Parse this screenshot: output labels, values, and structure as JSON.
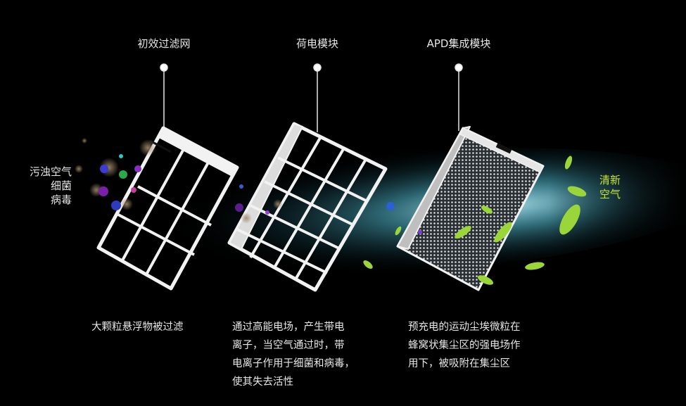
{
  "stages": [
    {
      "title": "初效过滤网",
      "desc_lines": [
        "大颗粒悬浮物被过滤"
      ]
    },
    {
      "title": "荷电模块",
      "desc_lines": [
        "通过高能电场，产生带电",
        "离子，当空气通过时，带",
        "电离子作用于细菌和病毒，",
        "使其失去活性"
      ]
    },
    {
      "title": "APD集成模块",
      "desc_lines": [
        "预充电的运动尘埃微粒在",
        "蜂窝状集尘区的强电场作",
        "用下，被吸附在集尘区"
      ]
    }
  ],
  "input_label": [
    "污浊空气",
    "细菌",
    "病毒"
  ],
  "output_label": [
    "清新",
    "空气"
  ],
  "colors": {
    "background": "#000000",
    "text": "#e6e6e6",
    "fresh_air": "#c8e633",
    "airflow": "#7fd6e6",
    "leaf": "#9ad63a"
  }
}
